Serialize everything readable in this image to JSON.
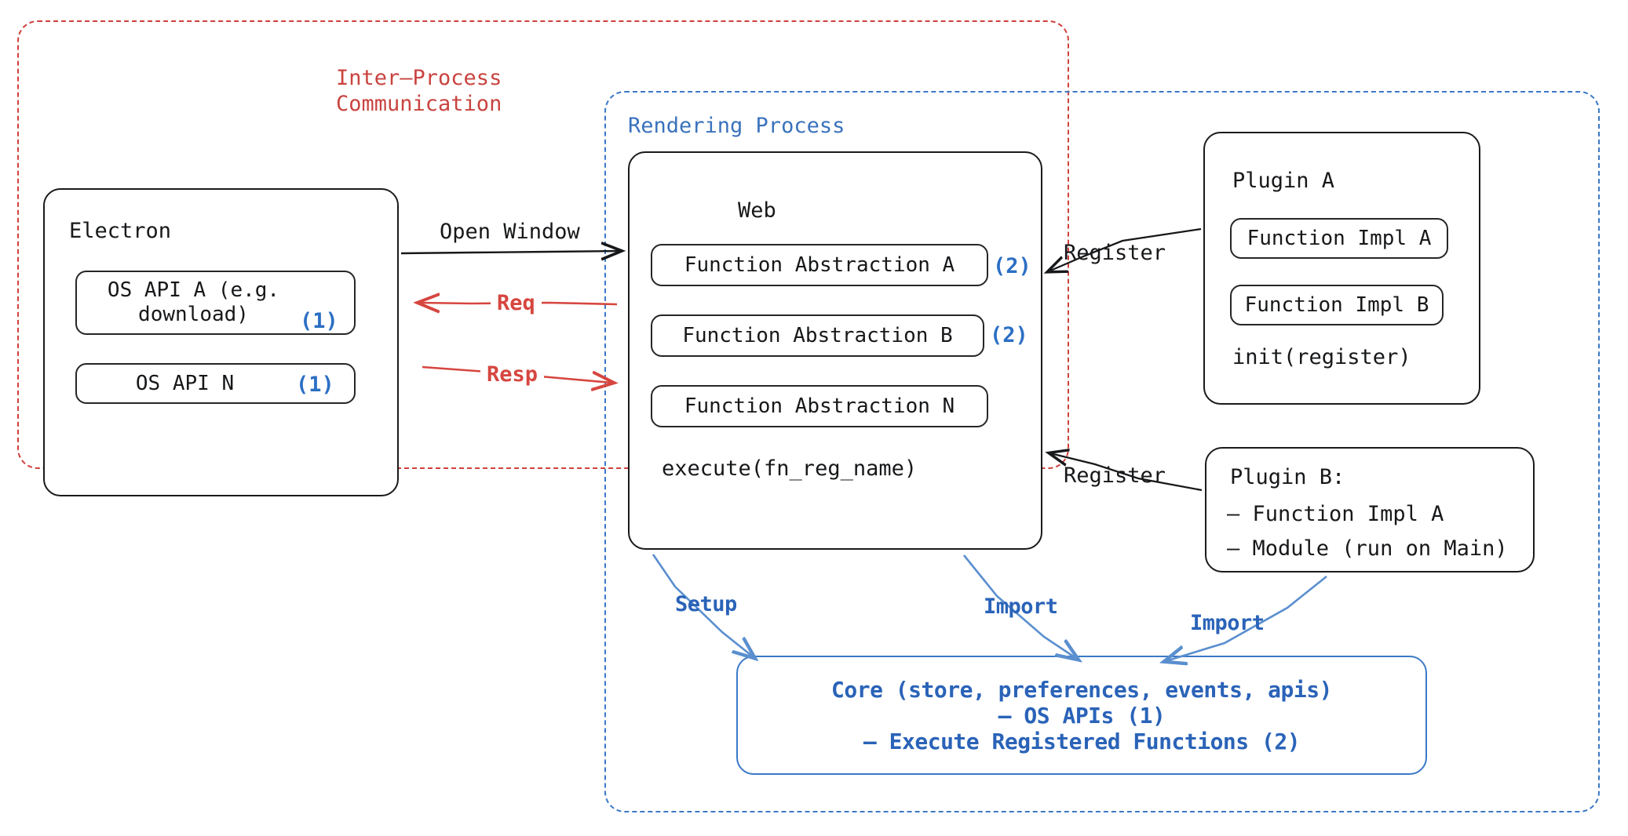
{
  "diagram": {
    "containers": {
      "ipc": {
        "label": "Inter–Process\nCommunication",
        "color": "#c9433f"
      },
      "rendering": {
        "label": "Rendering Process",
        "color": "#3a72bd"
      }
    },
    "electron": {
      "title": "Electron",
      "items": [
        {
          "label": "OS API A (e.g.\ndownload)",
          "badge": "(1)"
        },
        {
          "label": "OS API N",
          "badge": "(1)"
        }
      ]
    },
    "web": {
      "title": "Web",
      "abstractions": [
        {
          "label": "Function Abstraction A",
          "badge": "(2)"
        },
        {
          "label": "Function Abstraction B",
          "badge": "(2)"
        },
        {
          "label": "Function Abstraction N",
          "badge": ""
        }
      ],
      "footer": "execute(fn_reg_name)"
    },
    "plugin_a": {
      "title": "Plugin A",
      "items": [
        "Function Impl A",
        "Function Impl B"
      ],
      "footer": "init(register)"
    },
    "plugin_b": {
      "title": "Plugin B:",
      "items": [
        "– Function Impl A",
        "– Module (run on Main)"
      ]
    },
    "core": {
      "lines": [
        "Core (store, preferences, events, apis)",
        "– OS APIs (1)",
        "– Execute Registered Functions (2)"
      ],
      "color": "#2a63b8"
    },
    "edges": {
      "open_window": "Open Window",
      "req": "Req",
      "resp": "Resp",
      "register_a": "Register",
      "register_b": "Register",
      "setup": "Setup",
      "import_web": "Import",
      "import_plugin": "Import"
    },
    "colors": {
      "red": "#d0403c",
      "blue": "#3b79c6",
      "black": "#17181a",
      "badge_blue": "#2b6fc4"
    }
  }
}
